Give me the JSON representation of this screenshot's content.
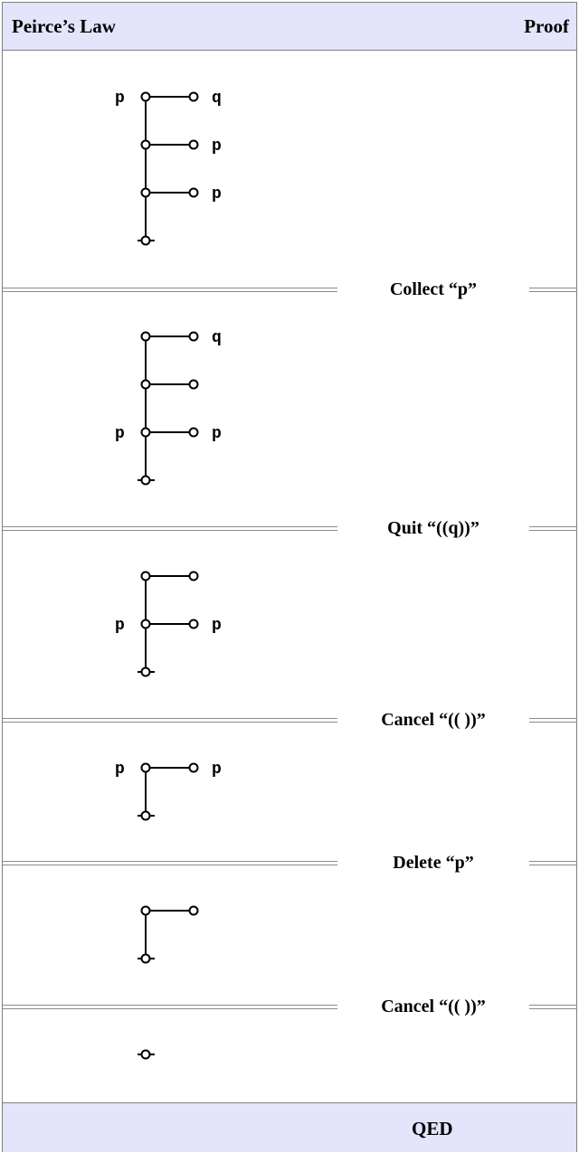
{
  "header": {
    "title": "Peirce’s Law",
    "right_label": "Proof"
  },
  "steps": [
    {
      "rule": null,
      "graph": {
        "rows": [
          {
            "left": "p",
            "right": "q"
          },
          {
            "left": "",
            "right": "p"
          },
          {
            "left": "",
            "right": "p"
          }
        ]
      }
    },
    {
      "rule": "Collect “p”",
      "graph": {
        "rows": [
          {
            "left": "",
            "right": "q"
          },
          {
            "left": "",
            "right": ""
          },
          {
            "left": "p",
            "right": "p"
          }
        ]
      }
    },
    {
      "rule": "Quit “((q))”",
      "graph": {
        "rows": [
          {
            "left": "",
            "right": ""
          },
          {
            "left": "p",
            "right": "p"
          }
        ]
      }
    },
    {
      "rule": "Cancel “(( ))”",
      "graph": {
        "rows": [
          {
            "left": "p",
            "right": "p"
          }
        ]
      }
    },
    {
      "rule": "Delete “p”",
      "graph": {
        "rows": [
          {
            "left": "",
            "right": ""
          }
        ]
      }
    },
    {
      "rule": "Cancel “(( ))”",
      "graph": {
        "rows": []
      }
    }
  ],
  "footer": {
    "label": "QED"
  },
  "colors": {
    "band": "#e4e4fb",
    "border": "#7f7f7f",
    "ink": "#000000"
  }
}
